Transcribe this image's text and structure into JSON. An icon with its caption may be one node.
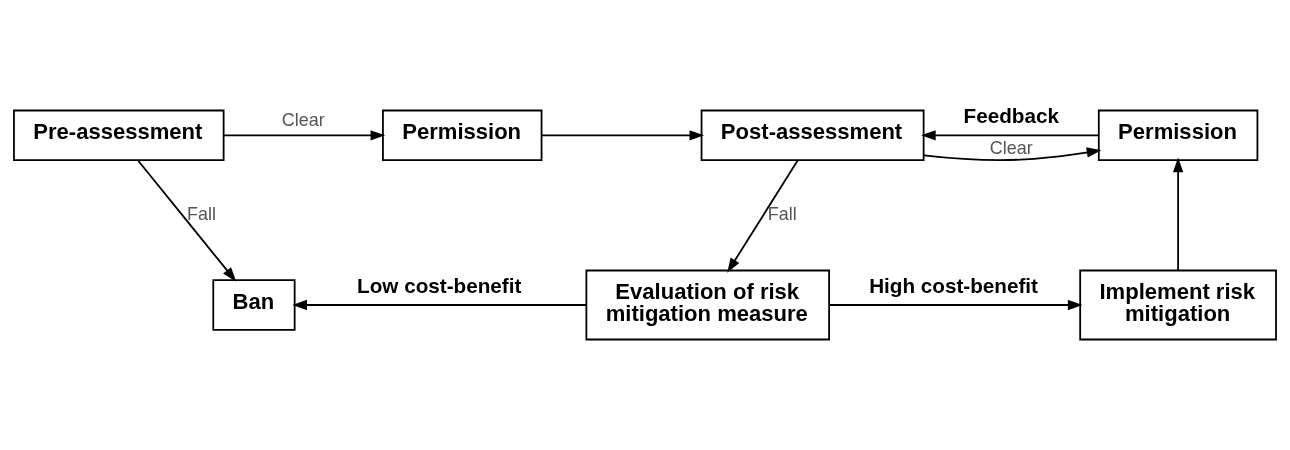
{
  "diagram": {
    "nodes": [
      {
        "text": [
          "Pre-assessment"
        ]
      },
      {
        "text": [
          "Permission"
        ]
      },
      {
        "text": [
          "Post-assessment"
        ]
      },
      {
        "text": [
          "Permission"
        ]
      },
      {
        "text": [
          "Implement risk mitigation"
        ]
      },
      {
        "text": [
          "Ban"
        ]
      },
      {
        "text": [
          "Evaluation of risk mitigation measure"
        ]
      }
    ],
    "edges": [
      {
        "from": 0,
        "to": 1,
        "arrow": "to",
        "label": "Clear"
      },
      {
        "from": 0,
        "to": 5,
        "arrow": "to",
        "label": "Fall"
      },
      {
        "from": 1,
        "to": 2,
        "arrow": "to"
      },
      {
        "from": 2,
        "to": 3,
        "arrow": "to",
        "label": "Clear"
      },
      {
        "from": 3,
        "to": 2,
        "arrow": "to",
        "label": "Feedback"
      },
      {
        "from": 2,
        "to": 6,
        "arrow": "to",
        "label": "Fall"
      },
      {
        "from": 6,
        "to": 5,
        "arrow": "to",
        "label": "Low cost-benefit"
      },
      {
        "from": 6,
        "to": 4,
        "arrow": "to",
        "label": "High cost-benefit"
      },
      {
        "from": 4,
        "to": 3,
        "arrow": "to"
      }
    ]
  }
}
